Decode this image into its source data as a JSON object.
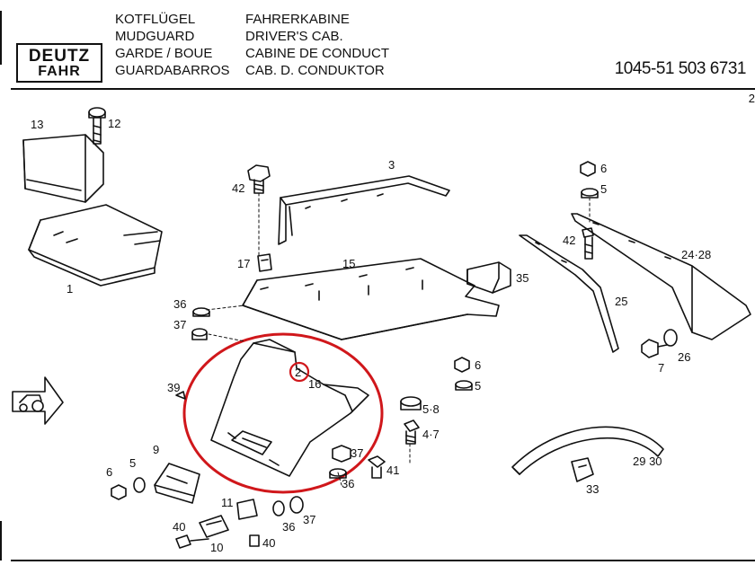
{
  "header": {
    "logo": [
      "DEUTZ",
      "FAHR"
    ],
    "titles_left": [
      "KOTFLÜGEL",
      "MUDGUARD",
      "GARDE / BOUE",
      "GUARDABARROS"
    ],
    "titles_right": [
      "FAHRERKABINE",
      "DRIVER'S CAB.",
      "CABINE DE CONDUCT",
      "CAB. D. CONDUKTOR"
    ],
    "part_number": "1045-51 503 6731",
    "page_number": "2"
  },
  "labels": {
    "l13": "13",
    "l12": "12",
    "l1": "1",
    "l42a": "42",
    "l3": "3",
    "l17": "17",
    "l15": "15",
    "l35": "35",
    "l36a": "36",
    "l37a": "37",
    "l39": "39",
    "l2": "2",
    "l16": "16",
    "l6a": "6",
    "l5a": "5",
    "l58": "5·8",
    "l47": "4·7",
    "l37b": "37",
    "l41": "41",
    "l36b": "36",
    "l9": "9",
    "l6b": "6",
    "l5b": "5",
    "l11": "11",
    "l36c": "36",
    "l37c": "37",
    "l40a": "40",
    "l10": "10",
    "l40b": "40",
    "l6c": "6",
    "l5c": "5",
    "l42b": "42",
    "l2428": "24·28",
    "l25": "25",
    "l7": "7",
    "l26": "26",
    "l2930": "29 30",
    "l33": "33"
  }
}
